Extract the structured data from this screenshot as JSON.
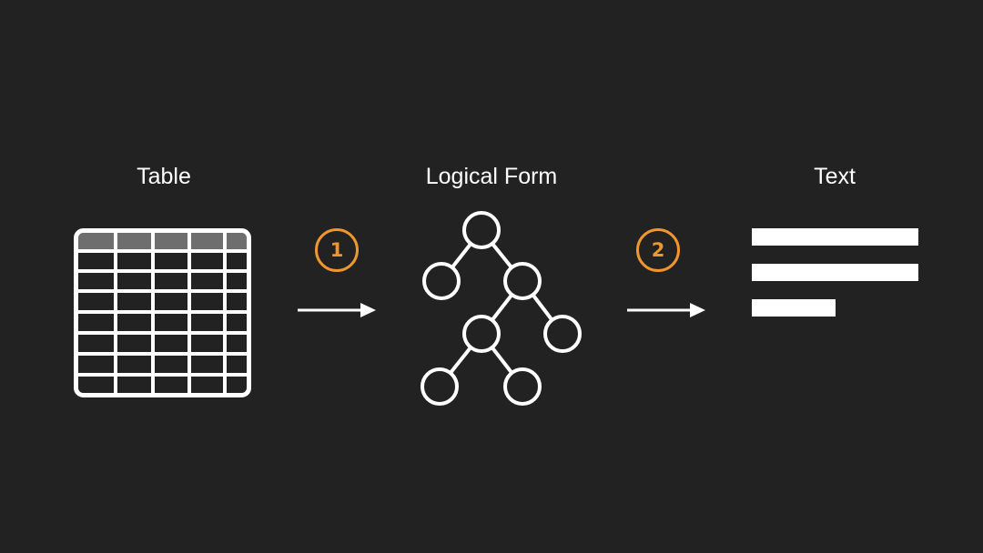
{
  "stages": {
    "table": {
      "label": "Table"
    },
    "logical_form": {
      "label": "Logical Form"
    },
    "text": {
      "label": "Text"
    }
  },
  "steps": [
    {
      "number": "1"
    },
    {
      "number": "2"
    }
  ],
  "colors": {
    "background": "#222222",
    "foreground": "#ffffff",
    "accent": "#f0962f",
    "table_header": "#6e6e6e"
  },
  "icons": {
    "table": "table-grid-icon",
    "logical_form": "tree-icon",
    "text": "text-lines-icon",
    "arrow": "arrow-right-icon"
  }
}
